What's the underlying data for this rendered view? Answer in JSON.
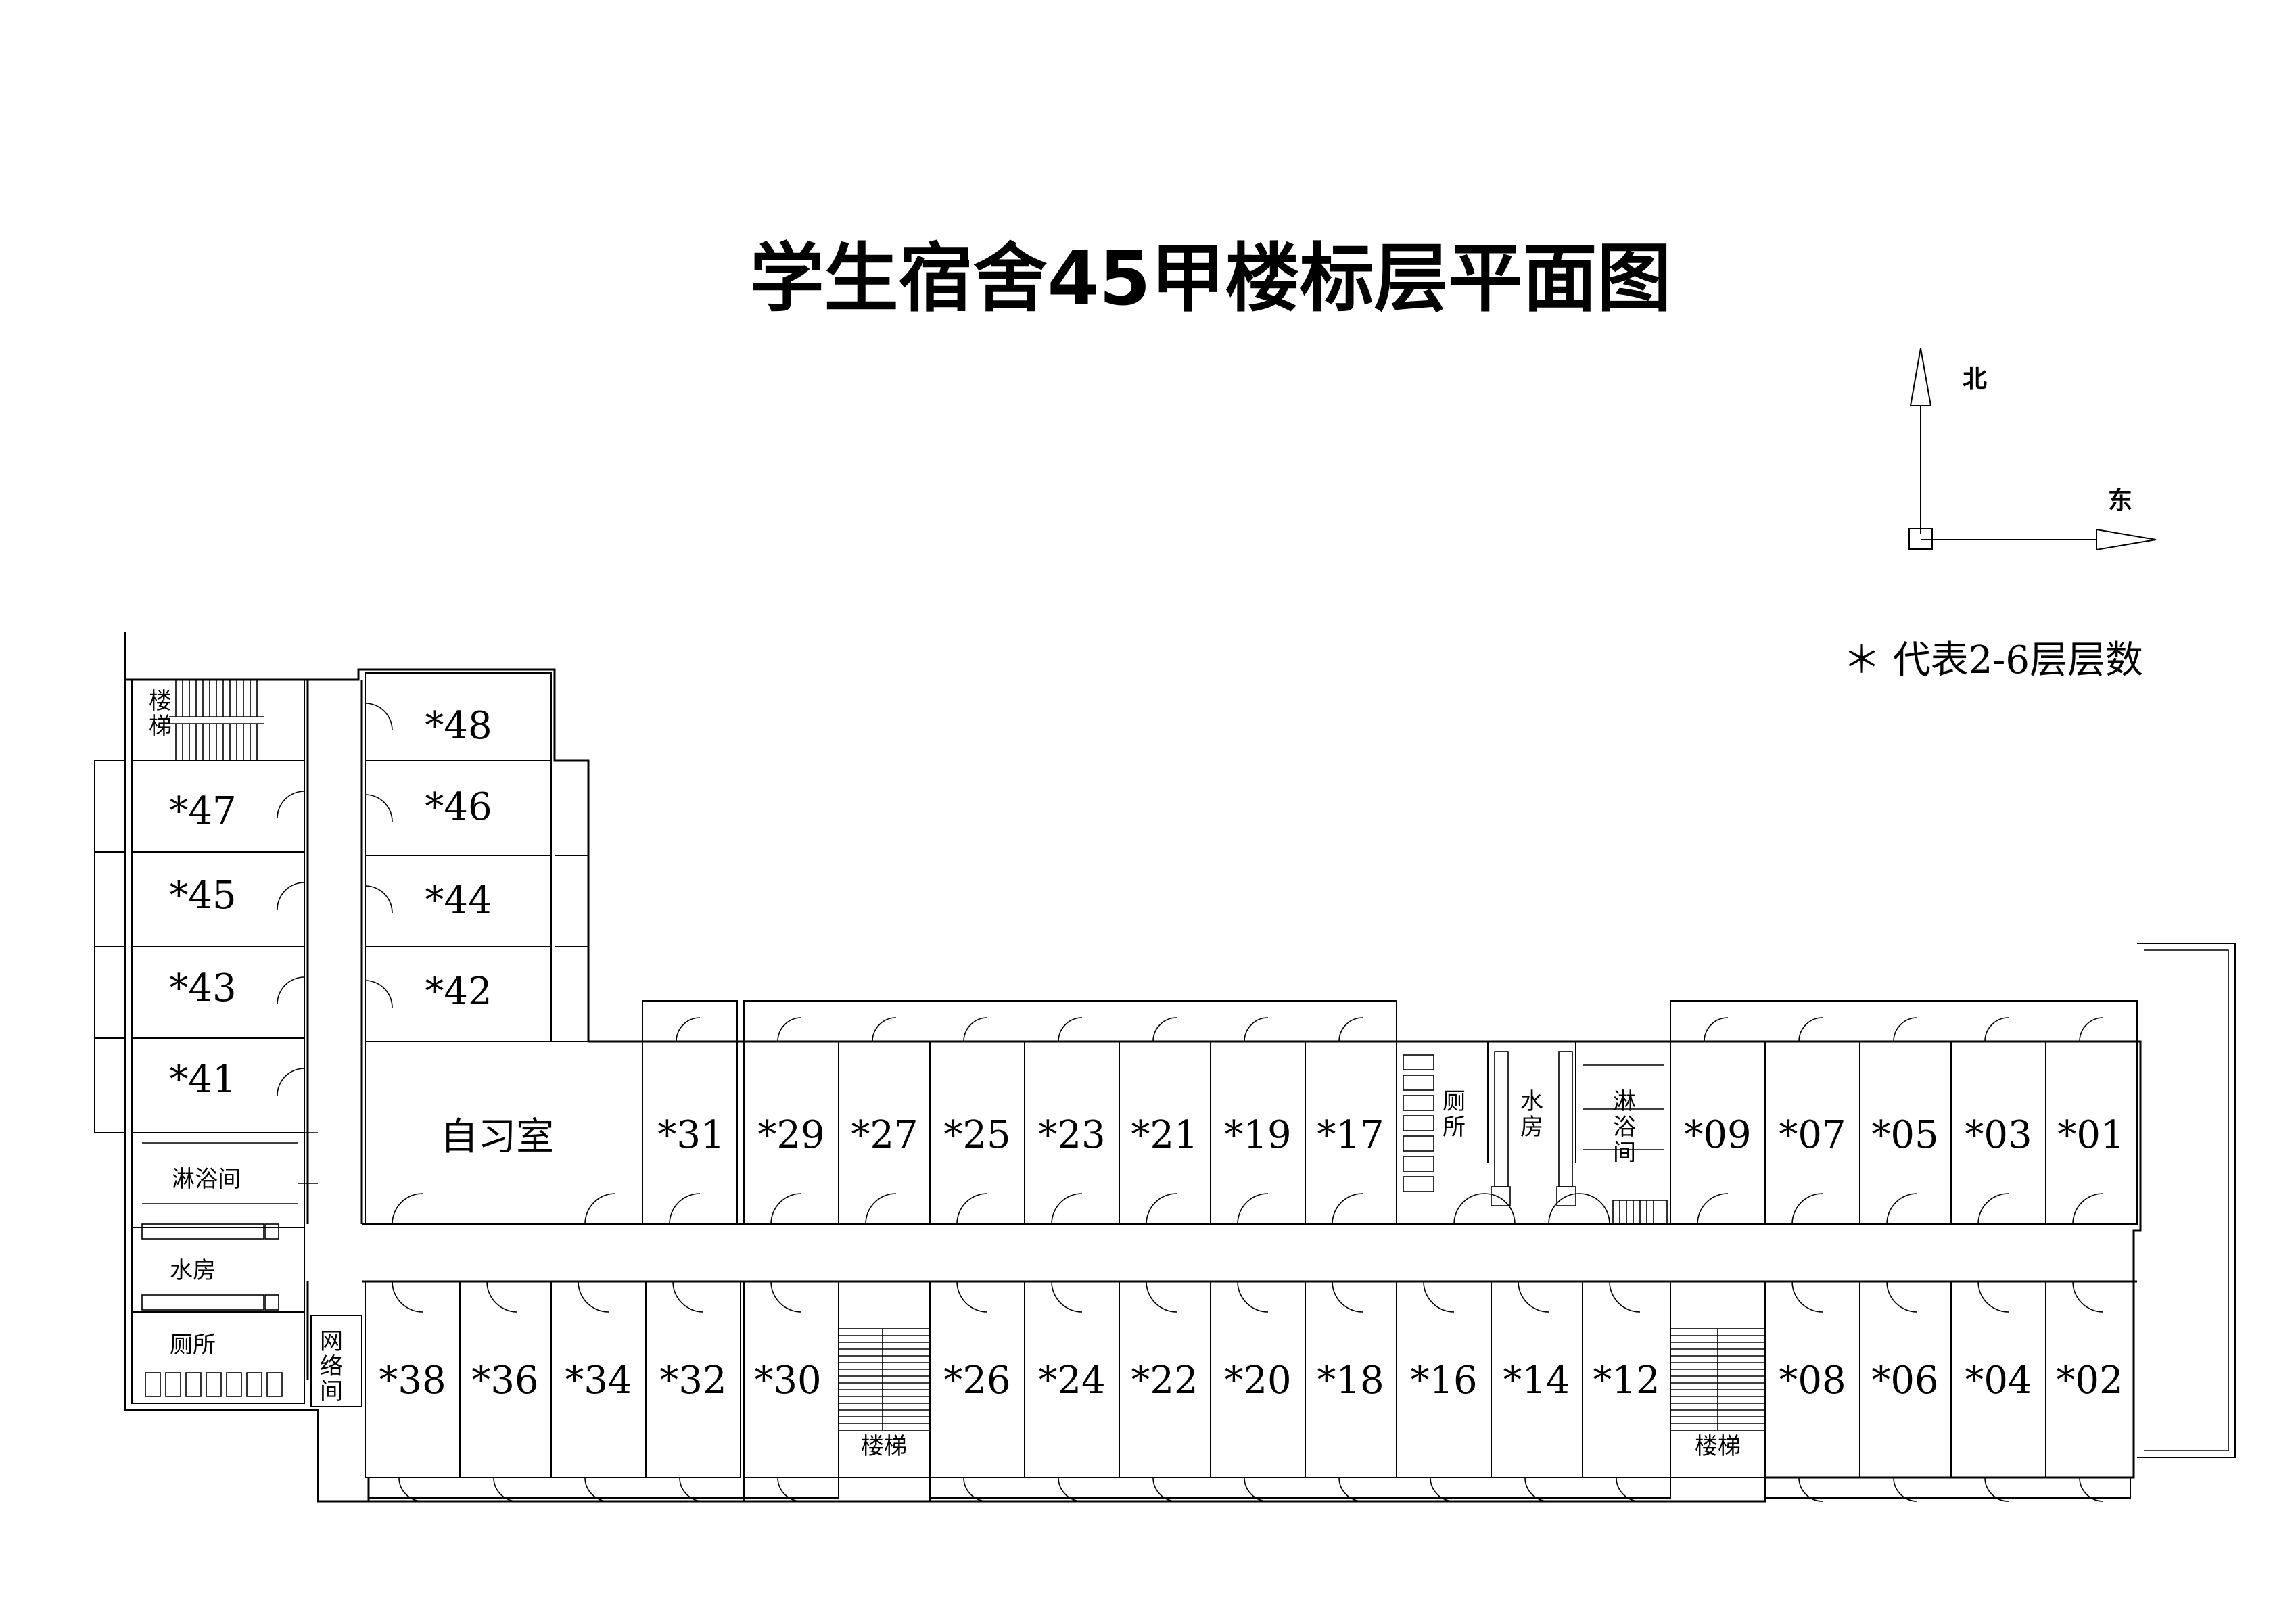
{
  "title": "学生宿舍45甲楼标层平面图",
  "compass": {
    "north": "北",
    "east": "东"
  },
  "legend": "＊ 代表2-6层层数",
  "rooms": {
    "r48": "*48",
    "r46": "*46",
    "r44": "*44",
    "r42": "*42",
    "r47": "*47",
    "r45": "*45",
    "r43": "*43",
    "r41": "*41",
    "r31": "*31",
    "r29": "*29",
    "r27": "*27",
    "r25": "*25",
    "r23": "*23",
    "r21": "*21",
    "r19": "*19",
    "r17": "*17",
    "r09": "*09",
    "r07": "*07",
    "r05": "*05",
    "r03": "*03",
    "r01": "*01",
    "r38": "*38",
    "r36": "*36",
    "r34": "*34",
    "r32": "*32",
    "r30": "*30",
    "r26": "*26",
    "r24": "*24",
    "r22": "*22",
    "r20": "*20",
    "r18": "*18",
    "r16": "*16",
    "r14": "*14",
    "r12": "*12",
    "r08": "*08",
    "r06": "*06",
    "r04": "*04",
    "r02": "*02"
  },
  "facilities": {
    "study_room": "自习室",
    "stair_nw": [
      "楼",
      "梯"
    ],
    "shower_w": "淋浴间",
    "water_w": "水房",
    "toilet_w": "厕所",
    "network": [
      "网",
      "络",
      "间"
    ],
    "toilet_c": [
      "厕",
      "所"
    ],
    "water_c": [
      "水",
      "房"
    ],
    "shower_c": [
      "淋",
      "浴",
      "间"
    ],
    "stair_s1": "楼梯",
    "stair_s2": "楼梯"
  }
}
